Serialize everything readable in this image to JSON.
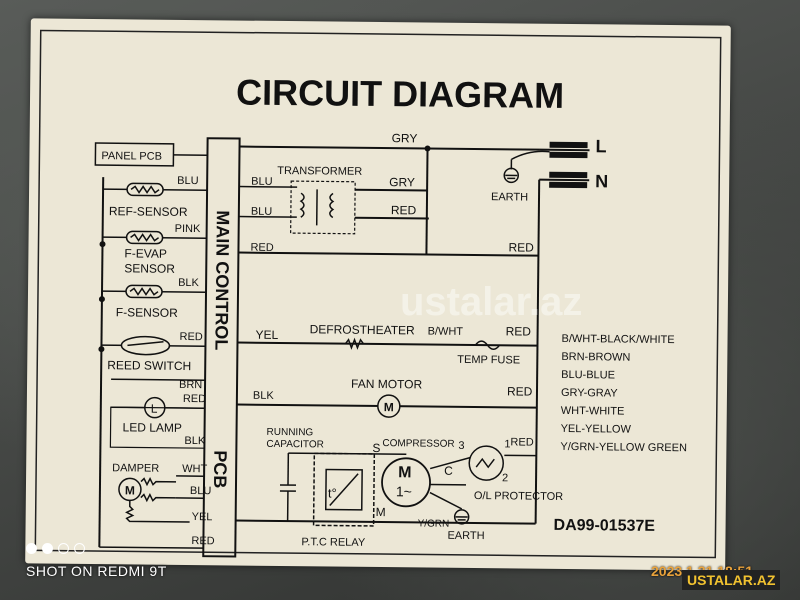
{
  "title": "CIRCUIT DIAGRAM",
  "main_board": {
    "panel_pcb": "PANEL PCB",
    "main_control": "MAIN  CONTROL",
    "pcb": "PCB"
  },
  "power": {
    "line": "L",
    "neutral": "N",
    "earth": "EARTH"
  },
  "components": {
    "transformer": "TRANSFORMER",
    "ref_sensor": "REF-SENSOR",
    "f_evap_sensor_1": "F-EVAP",
    "f_evap_sensor_2": "SENSOR",
    "f_sensor": "F-SENSOR",
    "reed_switch": "REED SWITCH",
    "led_lamp": "LED  LAMP",
    "led_symbol": "L",
    "damper": "DAMPER",
    "damper_symbol": "M",
    "defrost_heater": "DEFROSTHEATER",
    "temp_fuse": "TEMP FUSE",
    "fan_motor": "FAN MOTOR",
    "fan_symbol": "M",
    "running_capacitor_1": "RUNNING",
    "running_capacitor_2": "CAPACITOR",
    "compressor": "COMPRESSOR",
    "compressor_symbol_m": "M",
    "compressor_symbol_phase": "1~",
    "terminal_s": "S",
    "terminal_c": "C",
    "terminal_m": "M",
    "ptc_relay": "P.T.C RELAY",
    "ptc_symbol": "t°",
    "ol_protector": "O/L PROTECTOR",
    "ol_pin1": "1",
    "ol_pin2": "2",
    "ol_pin3": "3",
    "compressor_earth": "EARTH",
    "compressor_earth_wire": "Y/GRN"
  },
  "wire_labels": {
    "gry_top": "GRY",
    "gry_transformer": "GRY",
    "blu_transformer_1": "BLU",
    "blu_transformer_2": "BLU",
    "red_transformer": "RED",
    "red_mid": "RED",
    "red_left": "RED",
    "blu_ref": "BLU",
    "pink": "PINK",
    "blk_f": "BLK",
    "red_reed": "RED",
    "brn_reed": "BRN",
    "red_led": "RED",
    "blk_led": "BLK",
    "wht_damper": "WHT",
    "blu_damper": "BLU",
    "yel_damper": "YEL",
    "red_damper": "RED",
    "yel_heater": "YEL",
    "bwht_heater": "B/WHT",
    "red_heater": "RED",
    "blk_fan": "BLK",
    "red_fan": "RED",
    "red_compressor": "RED"
  },
  "legend": [
    "B/WHT-BLACK/WHITE",
    "BRN-BROWN",
    "BLU-BLUE",
    "GRY-GRAY",
    "WHT-WHITE",
    "YEL-YELLOW",
    "Y/GRN-YELLOW GREEN"
  ],
  "part_number": "DA99-01537E",
  "overlay": {
    "watermark": "ustalar.az",
    "camera_caption": "SHOT ON REDMI 9T",
    "timestamp": "2023.1.31 18:51",
    "site_badge": "USTALAR.AZ"
  }
}
